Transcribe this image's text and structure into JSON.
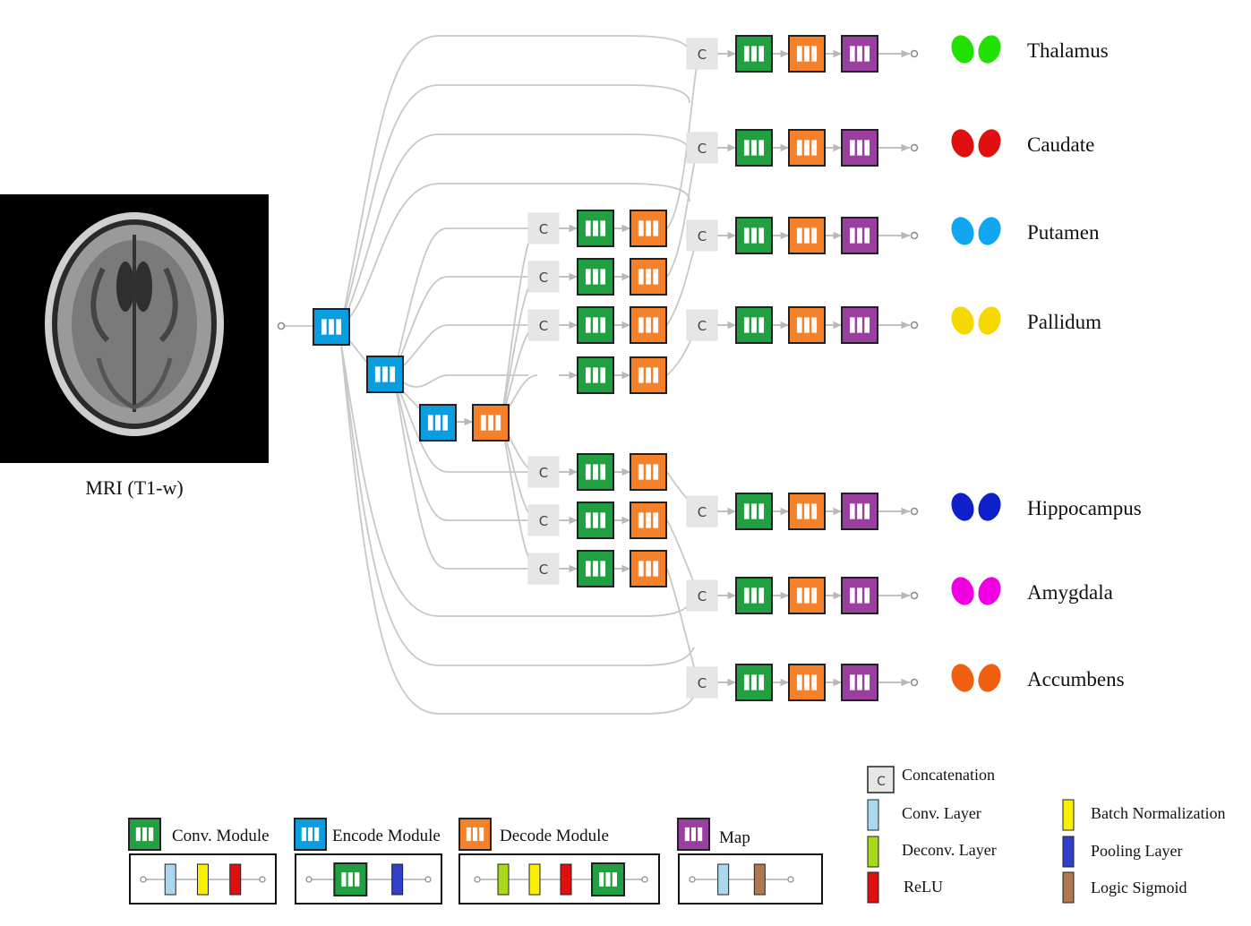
{
  "input": {
    "caption": "MRI (T1-w)"
  },
  "structures": [
    {
      "name": "Thalamus",
      "color": "#22e000"
    },
    {
      "name": "Caudate",
      "color": "#e01010"
    },
    {
      "name": "Putamen",
      "color": "#10a6f0"
    },
    {
      "name": "Pallidum",
      "color": "#f5d800"
    },
    {
      "name": "Hippocampus",
      "color": "#1020c8"
    },
    {
      "name": "Amygdala",
      "color": "#f000e0"
    },
    {
      "name": "Accumbens",
      "color": "#f06010"
    }
  ],
  "concat_symbol": "C",
  "colors": {
    "conv_module": "#20a040",
    "encode_module": "#0a9ee0",
    "decode_module": "#f5812a",
    "map": "#9a3fa0",
    "concat_fill": "#e6e6e6",
    "edge": "#c8c8c8",
    "conv_layer": "#a9d8ef",
    "deconv_layer": "#a8d81a",
    "relu": "#e01010",
    "batch_norm": "#f8f000",
    "pooling": "#3040c8",
    "logic_sigmoid": "#b07850"
  },
  "legend": {
    "modules": [
      {
        "label": "Conv. Module"
      },
      {
        "label": "Encode Module"
      },
      {
        "label": "Decode Module"
      },
      {
        "label": "Map"
      }
    ],
    "layers": {
      "concatenation": "Concatenation",
      "conv_layer": "Conv. Layer",
      "deconv_layer": "Deconv. Layer",
      "relu": "ReLU",
      "batch_norm": "Batch Normalization",
      "pooling": "Pooling Layer",
      "logic_sigmoid": "Logic Sigmoid"
    }
  }
}
